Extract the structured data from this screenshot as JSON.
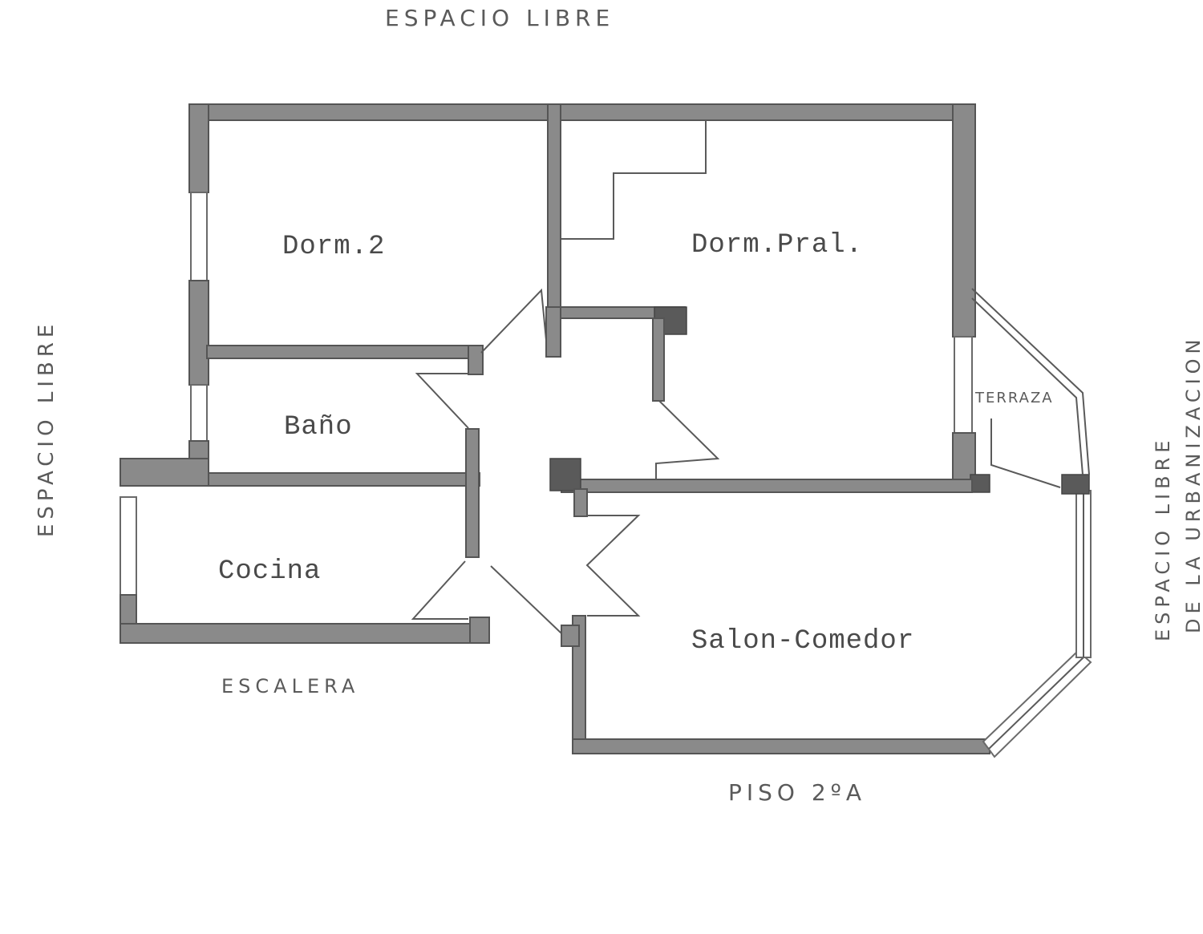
{
  "rooms": {
    "dorm2": "Dorm.2",
    "dorm_pral": "Dorm.Pral.",
    "bano": "Baño",
    "cocina": "Cocina",
    "salon": "Salon-Comedor"
  },
  "annotations": {
    "top": "ESPACIO LIBRE",
    "left": "ESPACIO LIBRE",
    "right_line1": "ESPACIO LIBRE",
    "right_line2": "DE LA URBANIZACION",
    "terraza": "TERRAZA",
    "escalera": "ESCALERA",
    "piso": "PISO 2ºA"
  }
}
